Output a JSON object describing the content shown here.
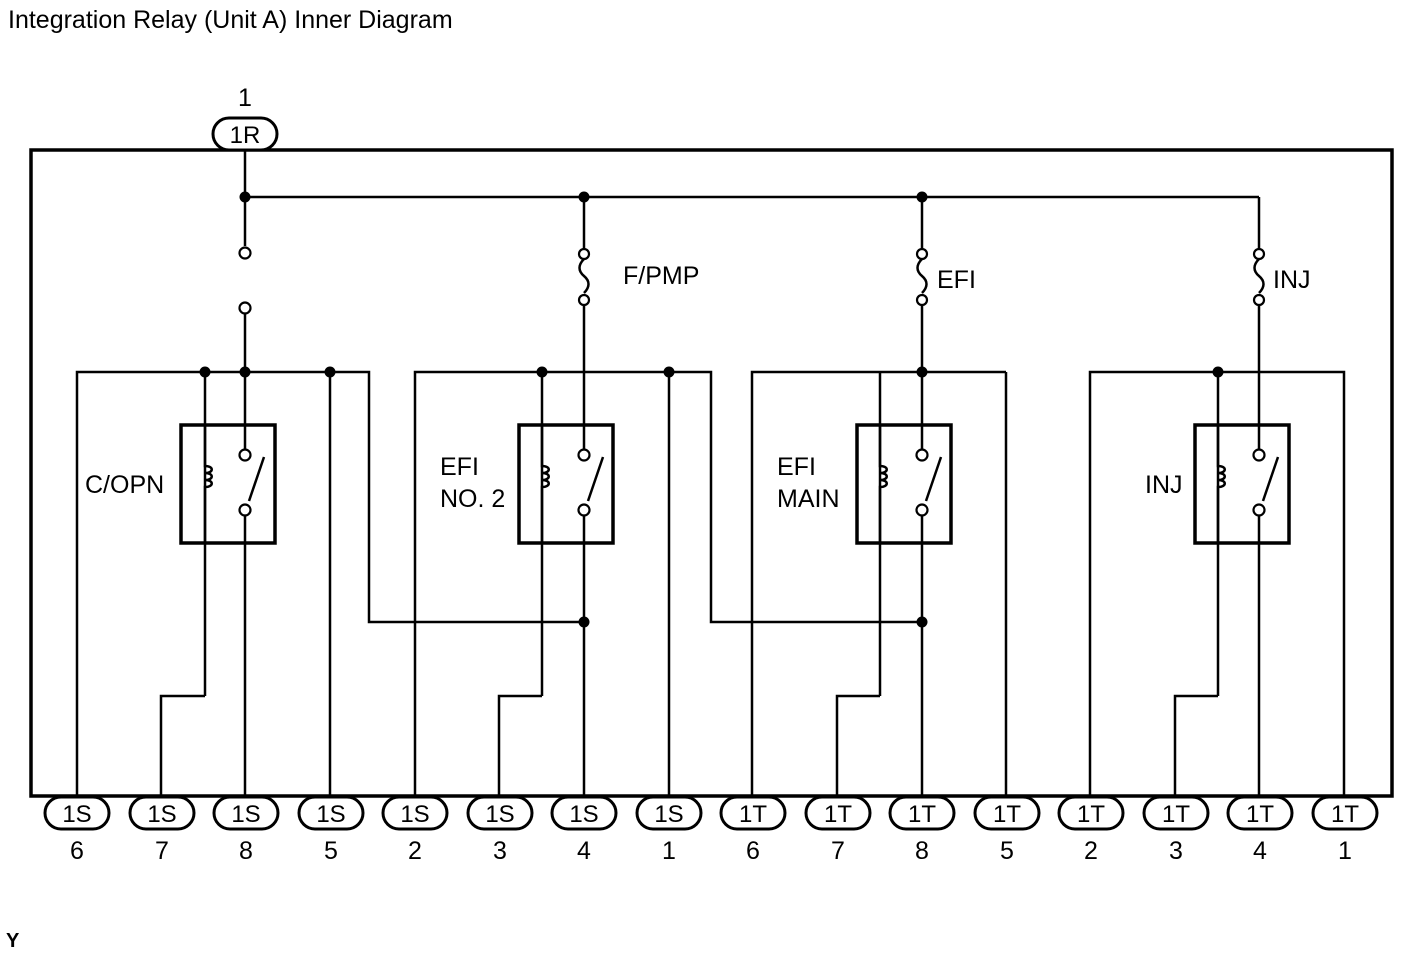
{
  "title": "Integration Relay (Unit A) Inner Diagram",
  "footer_code": "Y",
  "top_connector": {
    "code": "1R",
    "pin": "1"
  },
  "fuses": [
    {
      "label": "F/PMP"
    },
    {
      "label": "EFI"
    },
    {
      "label": "INJ"
    }
  ],
  "relays": [
    {
      "label_line1": "C/OPN",
      "label_line2": ""
    },
    {
      "label_line1": "EFI",
      "label_line2": "NO. 2"
    },
    {
      "label_line1": "EFI",
      "label_line2": "MAIN"
    },
    {
      "label_line1": "INJ",
      "label_line2": ""
    }
  ],
  "bottom_connectors": [
    {
      "code": "1S",
      "pin": "6"
    },
    {
      "code": "1S",
      "pin": "7"
    },
    {
      "code": "1S",
      "pin": "8"
    },
    {
      "code": "1S",
      "pin": "5"
    },
    {
      "code": "1S",
      "pin": "2"
    },
    {
      "code": "1S",
      "pin": "3"
    },
    {
      "code": "1S",
      "pin": "4"
    },
    {
      "code": "1S",
      "pin": "1"
    },
    {
      "code": "1T",
      "pin": "6"
    },
    {
      "code": "1T",
      "pin": "7"
    },
    {
      "code": "1T",
      "pin": "8"
    },
    {
      "code": "1T",
      "pin": "5"
    },
    {
      "code": "1T",
      "pin": "2"
    },
    {
      "code": "1T",
      "pin": "3"
    },
    {
      "code": "1T",
      "pin": "4"
    },
    {
      "code": "1T",
      "pin": "1"
    }
  ]
}
